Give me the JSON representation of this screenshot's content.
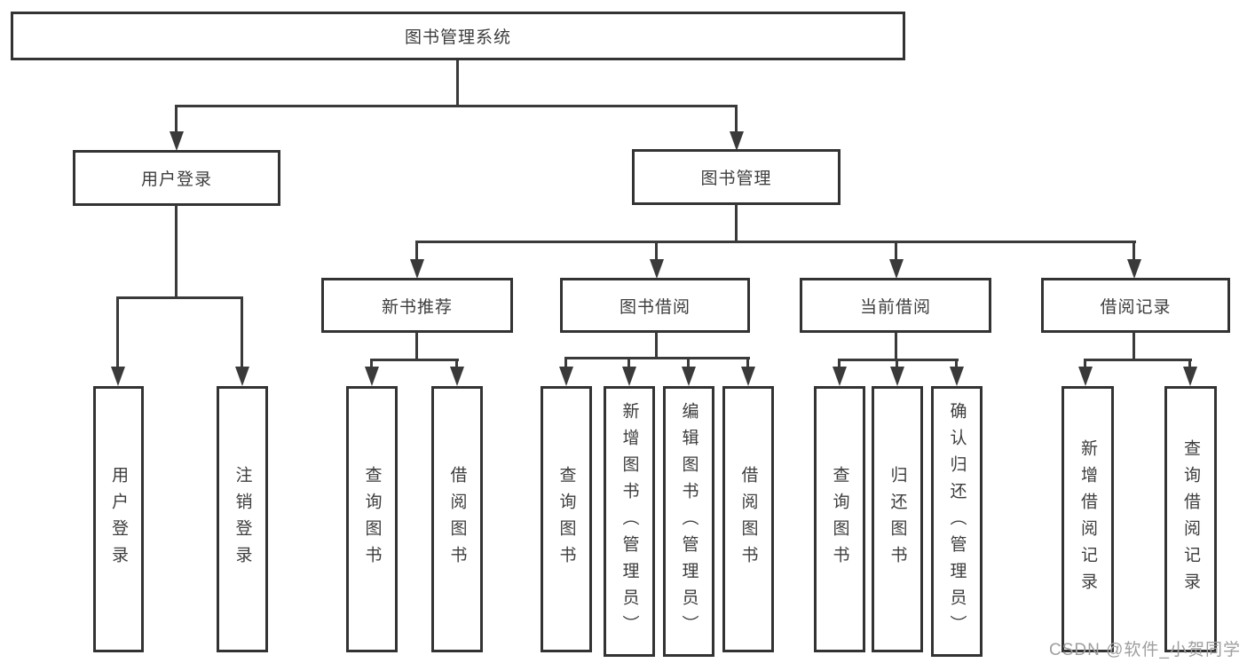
{
  "tree": {
    "label": "图书管理系统",
    "children": [
      {
        "label": "用户登录",
        "children": [
          {
            "label": "用户登录"
          },
          {
            "label": "注销登录"
          }
        ]
      },
      {
        "label": "图书管理",
        "children": [
          {
            "label": "新书推荐",
            "children": [
              {
                "label": "查询图书"
              },
              {
                "label": "借阅图书"
              }
            ]
          },
          {
            "label": "图书借阅",
            "children": [
              {
                "label": "查询图书"
              },
              {
                "label": "新增图书（管理员）"
              },
              {
                "label": "编辑图书（管理员）"
              },
              {
                "label": "借阅图书"
              }
            ]
          },
          {
            "label": "当前借阅",
            "children": [
              {
                "label": "查询图书"
              },
              {
                "label": "归还图书"
              },
              {
                "label": "确认归还（管理员）"
              }
            ]
          },
          {
            "label": "借阅记录",
            "children": [
              {
                "label": "新增借阅记录"
              },
              {
                "label": "查询借阅记录"
              }
            ]
          }
        ]
      }
    ]
  },
  "watermark": {
    "text": "CSDN @软件_小贺同学"
  },
  "colors": {
    "background": "#ffffff",
    "line": "#3a3a3a",
    "box_border": "#333333",
    "text": "#3d3d3d",
    "watermark_text": "#9e9e9e"
  }
}
